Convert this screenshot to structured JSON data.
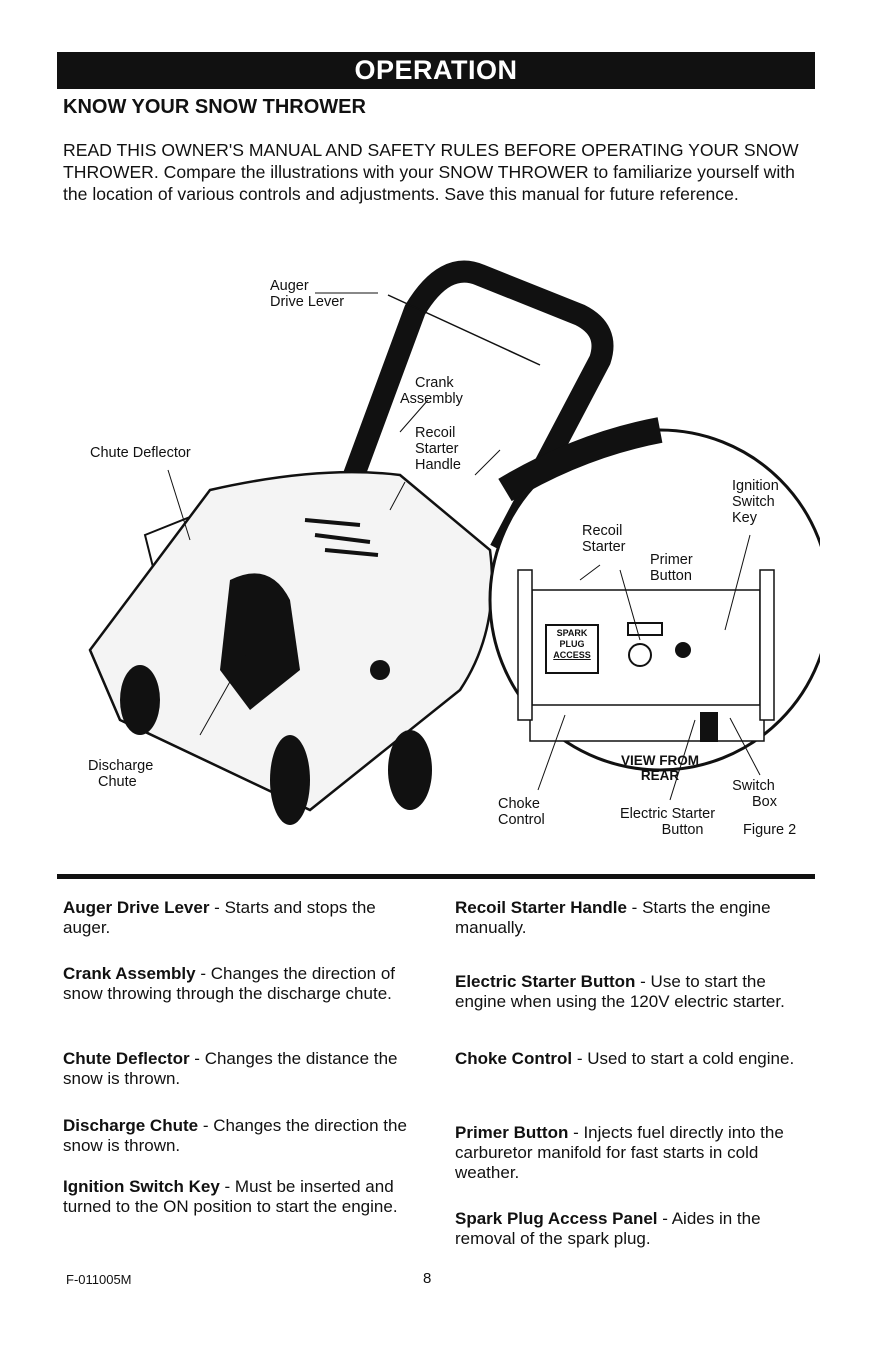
{
  "header": {
    "title": "OPERATION"
  },
  "section_title": "KNOW YOUR SNOW THROWER",
  "intro": "READ THIS OWNER'S MANUAL AND SAFETY RULES BEFORE OPERATING YOUR  SNOW THROWER. Compare the illustrations with your SNOW THROWER to familiarize yourself with the location of various controls and adjustments. Save this manual for future reference.",
  "figure": {
    "labels": {
      "auger_drive_lever_1": "Auger",
      "auger_drive_lever_2": "Drive Lever",
      "crank_assembly_1": "Crank",
      "crank_assembly_2": "Assembly",
      "recoil_handle_1": "Recoil",
      "recoil_handle_2": "Starter",
      "recoil_handle_3": "Handle",
      "chute_deflector": "Chute Deflector",
      "ignition_key_1": "Ignition",
      "ignition_key_2": "Switch",
      "ignition_key_3": "Key",
      "recoil_starter_1": "Recoil",
      "recoil_starter_2": "Starter",
      "primer_button_1": "Primer",
      "primer_button_2": "Button",
      "spark_plug_1": "SPARK",
      "spark_plug_2": "PLUG",
      "spark_plug_3": "ACCESS",
      "view_from_rear_1": "VIEW FROM",
      "view_from_rear_2": "REAR",
      "discharge_chute_1": "Discharge",
      "discharge_chute_2": "Chute",
      "choke_control_1": "Choke",
      "choke_control_2": "Control",
      "switch_box_1": "Switch",
      "switch_box_2": "Box",
      "electric_starter_1": "Electric Starter",
      "electric_starter_2": "Button",
      "figure_caption": "Figure 2"
    }
  },
  "definitions": {
    "left": [
      {
        "term": "Auger Drive Lever",
        "sep": " - ",
        "desc": "Starts and stops the auger."
      },
      {
        "term": "Crank Assembly",
        "sep": "  - ",
        "desc": "Changes the direction of snow throwing through the discharge chute."
      },
      {
        "term": "Chute Deflector",
        "sep": " - ",
        "desc": "Changes the distance the snow is thrown."
      },
      {
        "term": "Discharge Chute",
        "sep": " - ",
        "desc": "Changes the direction the snow is thrown."
      },
      {
        "term": "Ignition Switch Key",
        "sep": " - ",
        "desc": "Must be inserted and turned to the ON position to start the engine."
      }
    ],
    "right": [
      {
        "term": "Recoil Starter Handle",
        "sep": "  - ",
        "desc": "Starts the engine manually."
      },
      {
        "term": "Electric Starter Button",
        "sep": " - ",
        "desc": "Use to start the engine when using the 120V electric starter."
      },
      {
        "term": "Choke Control",
        "sep": "  - ",
        "desc": "Used to start a cold engine."
      },
      {
        "term": "Primer Button",
        "sep": "  - ",
        "desc": "Injects fuel directly into the carburetor manifold for fast starts in cold weather."
      },
      {
        "term": "Spark Plug Access Panel",
        "sep": " - ",
        "desc": "Aides in the removal of the spark plug."
      }
    ]
  },
  "footer": {
    "code": "F-011005M",
    "page": "8"
  }
}
